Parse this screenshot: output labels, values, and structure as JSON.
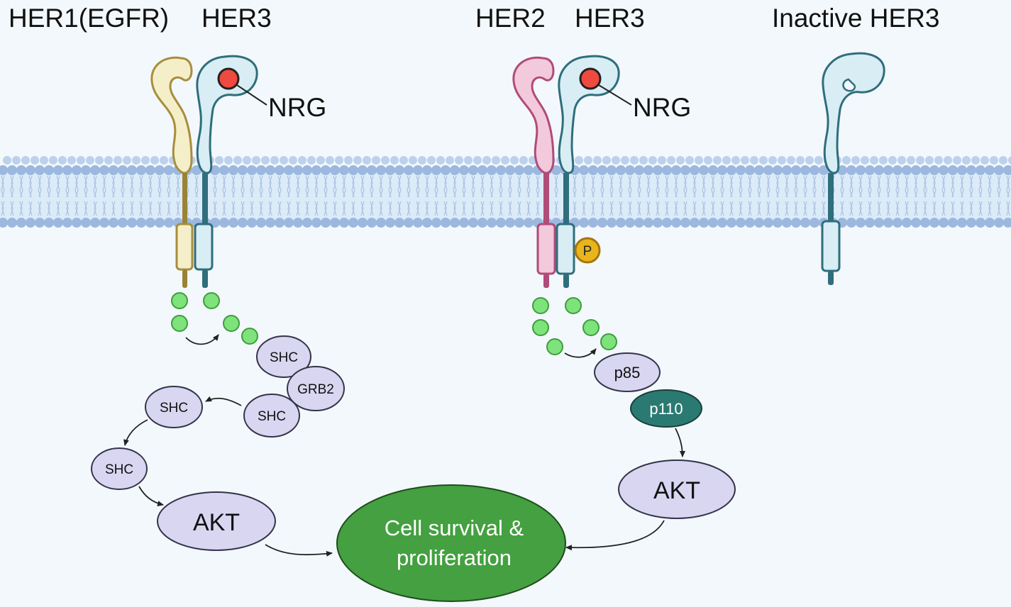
{
  "labels": {
    "her1": "HER1(EGFR)",
    "her3_left": "HER3",
    "her2": "HER2",
    "her3_mid": "HER3",
    "inactive_her3": "Inactive HER3",
    "nrg_left": "NRG",
    "nrg_mid": "NRG",
    "phospho": "P"
  },
  "left_pathway": {
    "shc_top": "SHC",
    "grb2": "GRB2",
    "shc_bottom": "SHC",
    "shc_mid": "SHC",
    "shc_low": "SHC",
    "akt": "AKT"
  },
  "mid_pathway": {
    "p85": "p85",
    "p110": "p110",
    "akt": "AKT"
  },
  "outcome": {
    "line1": "Cell survival &",
    "line2": "proliferation"
  },
  "colors": {
    "background": "#f3f8fc",
    "membrane_head": "#9cb8df",
    "membrane_band": "#dcebf8",
    "her1_fill": "#f4efc8",
    "her1_stroke": "#a88d3e",
    "her3_fill": "#d9edf4",
    "her3_stroke": "#2f6e7c",
    "her2_fill": "#f3c9dc",
    "her2_stroke": "#b04c78",
    "nrg_fill": "#ef4a3f",
    "phospho_fill": "#e9b51c",
    "green_dot": "#7de37a",
    "adaptor_fill": "#d8d6f0",
    "p110_fill": "#2a7a72",
    "outcome_fill": "#44a040"
  }
}
